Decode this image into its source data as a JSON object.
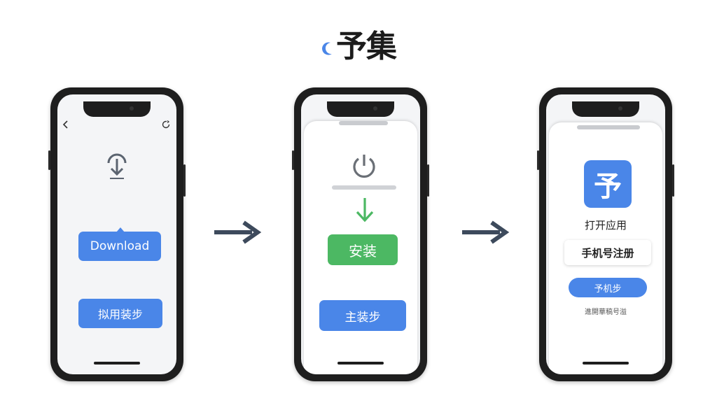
{
  "title": {
    "text": "予集",
    "accent_color": "#4a86e8"
  },
  "phones": [
    {
      "back_icon": "chevron-left-icon",
      "top_right_icon": "refresh-icon",
      "main_icon": "download-icon",
      "primary_button": {
        "label": "Download",
        "color": "#4a86e8"
      },
      "secondary_button": {
        "label": "拟用装步",
        "color": "#4a86e8"
      }
    },
    {
      "main_icon": "power-icon",
      "arrow_icon": "arrow-down-icon",
      "primary_button": {
        "label": "安装",
        "color": "#4cb863"
      },
      "secondary_button": {
        "label": "主装步",
        "color": "#4a86e8"
      }
    },
    {
      "app_icon_char": "予",
      "open_label": "打开应用",
      "register_box": {
        "label": "手机号注册"
      },
      "action_button": {
        "label": "予机步",
        "color": "#4a86e8"
      },
      "footer_text": "進開華稿号溢"
    }
  ],
  "flow_arrows": [
    "arrow-right-icon",
    "arrow-right-icon"
  ],
  "colors": {
    "phone_frame": "#1e1e1e",
    "screen_bg": "#f4f5f7",
    "blue": "#4a86e8",
    "green": "#4cb863",
    "arrow": "#3d4a5c"
  }
}
